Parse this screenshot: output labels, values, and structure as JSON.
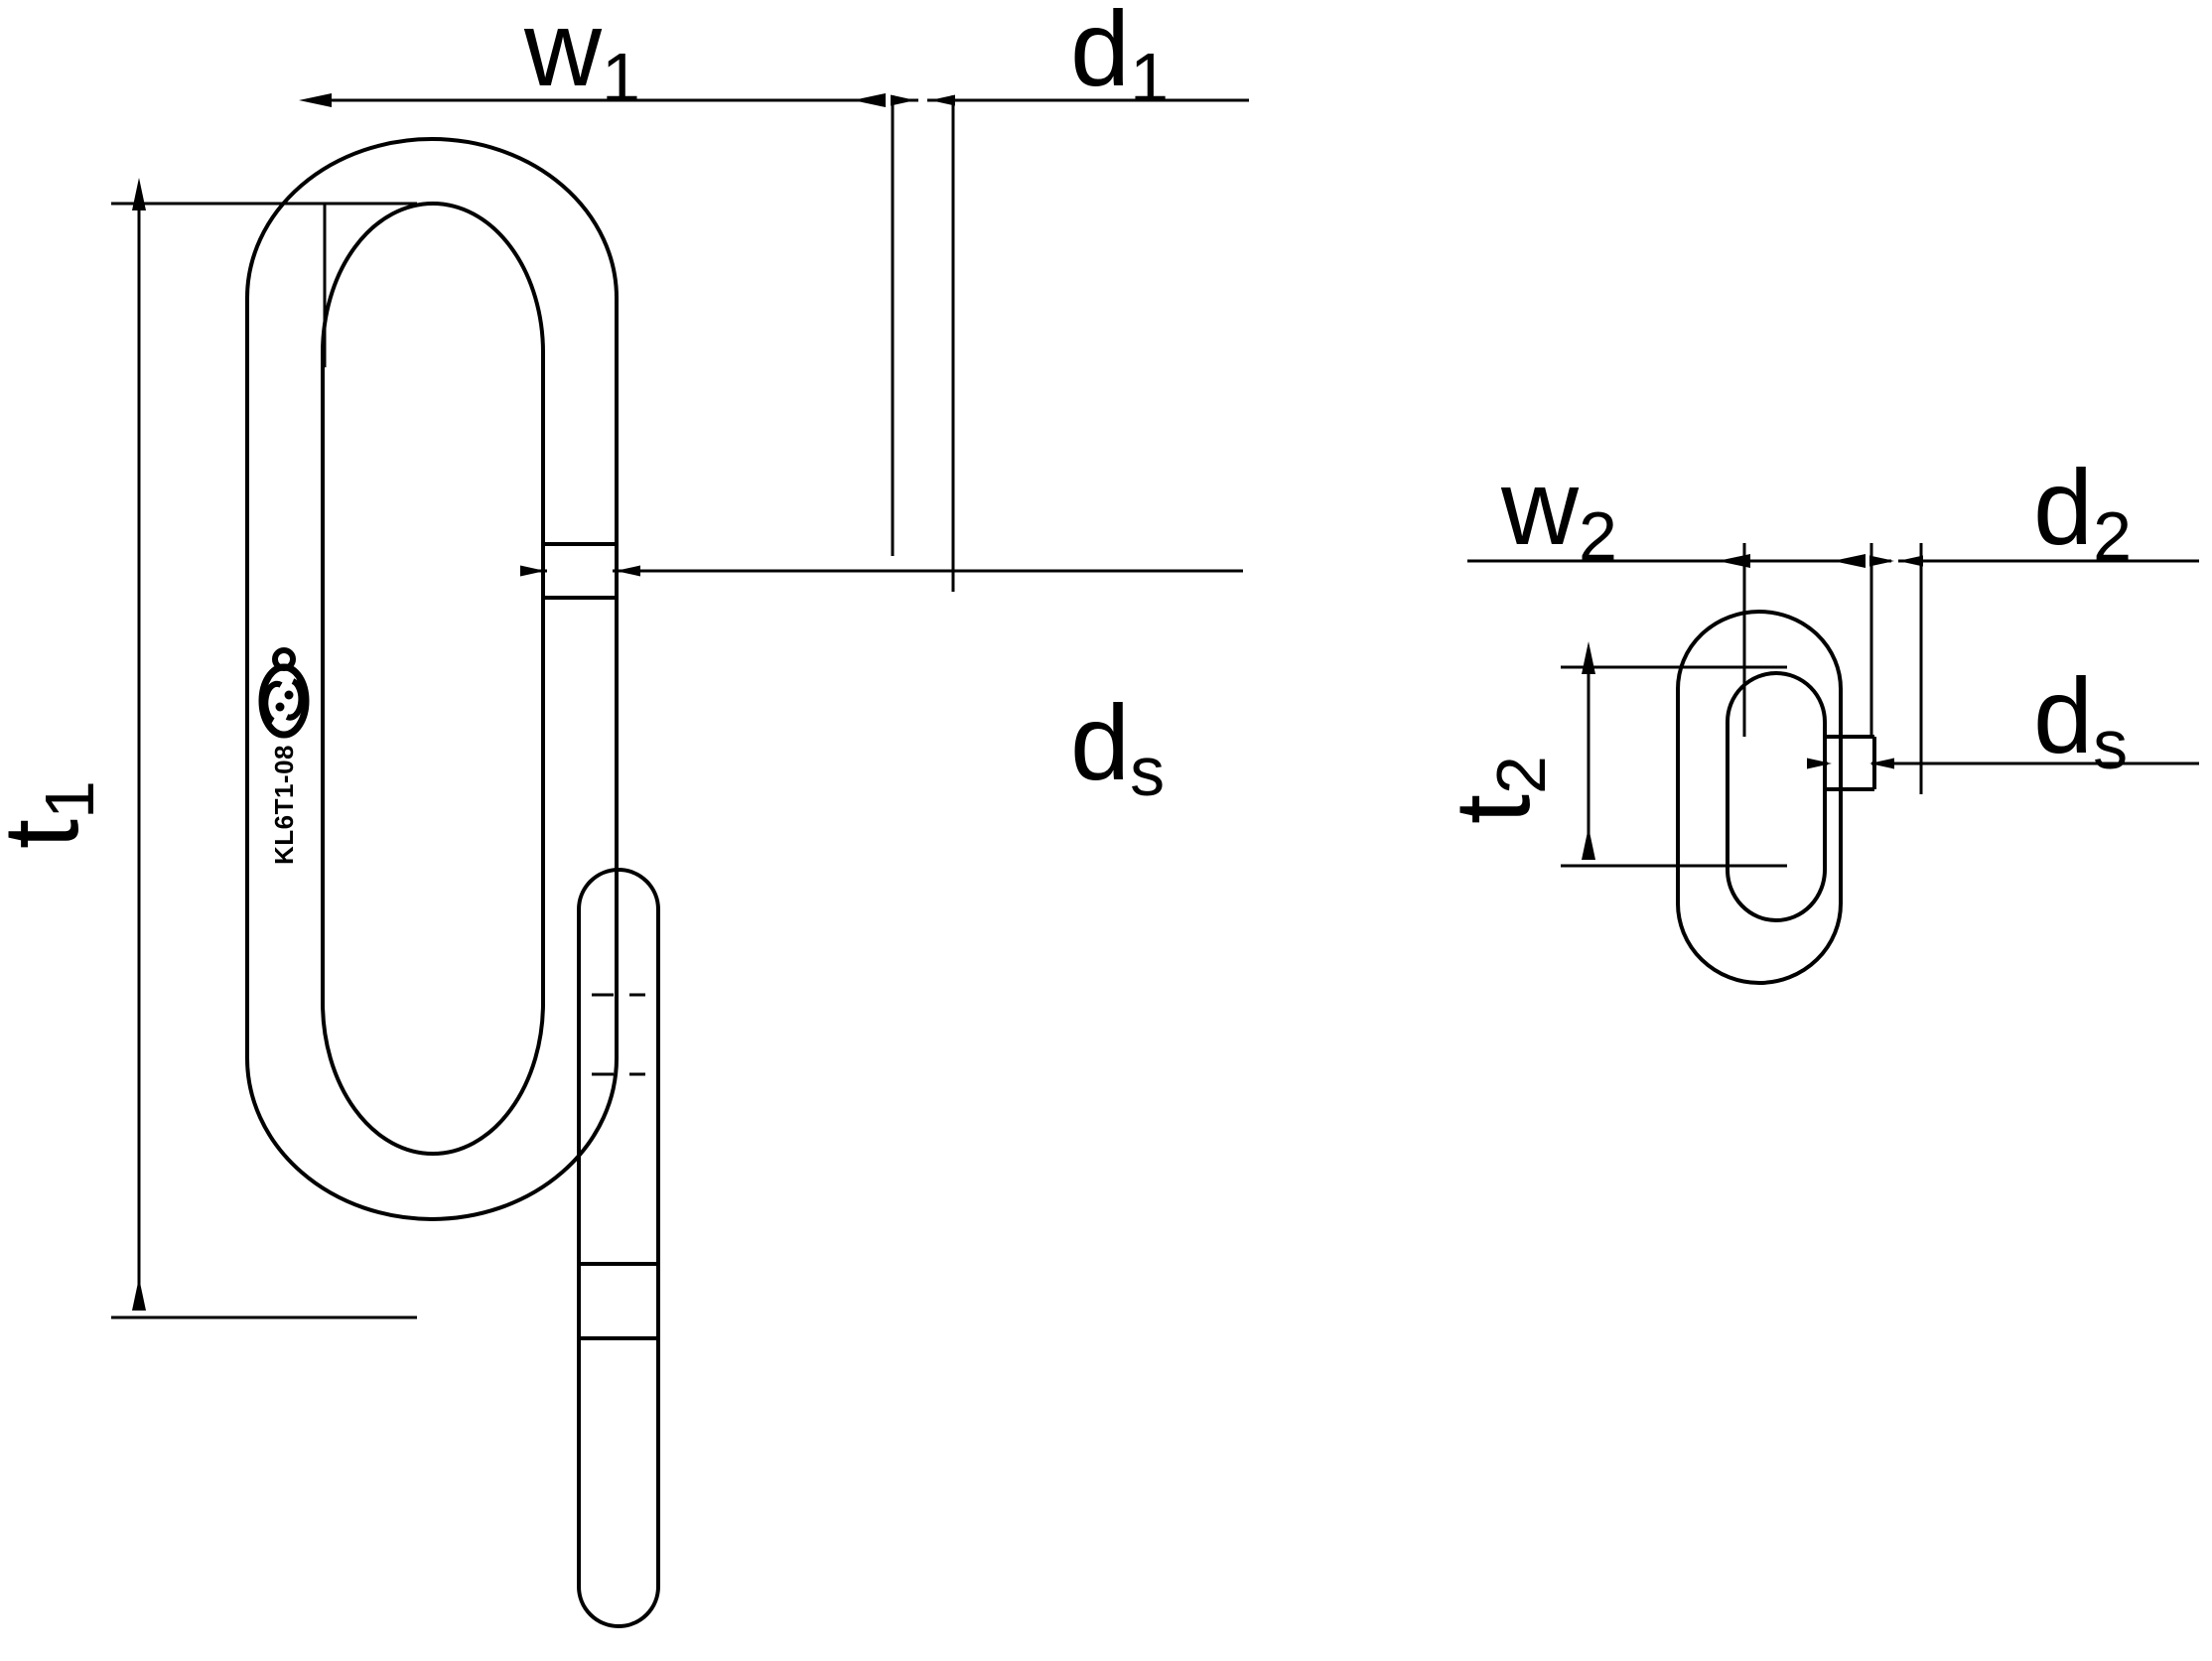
{
  "drawing": {
    "title": "Master Link Assembly - Dimensioned Technical Drawing",
    "line_color": "#000000",
    "background_color": "#ffffff",
    "stroke_width_outline": 4,
    "stroke_width_dimension": 3
  },
  "labels": {
    "w1": {
      "base": "w",
      "sub": "1",
      "full": "w1"
    },
    "d1": {
      "base": "d",
      "sub": "1",
      "full": "d1"
    },
    "ds_main": {
      "base": "d",
      "sub": "s",
      "full": "ds"
    },
    "t1": {
      "base": "t",
      "sub": "1",
      "full": "t1"
    },
    "w2": {
      "base": "w",
      "sub": "2",
      "full": "w2"
    },
    "d2": {
      "base": "d",
      "sub": "2",
      "full": "d2"
    },
    "ds_sub": {
      "base": "d",
      "sub": "s",
      "full": "ds"
    },
    "t2": {
      "base": "t",
      "sub": "2",
      "full": "t2"
    }
  },
  "stamp": {
    "text": "KL6T1-08",
    "orientation": "rotated-90-ccw",
    "logo": "circular-brand-logo"
  },
  "views": {
    "main_link": {
      "name": "master-link-main-view",
      "description": "Large oblong master link with welded sleeve and lower pin",
      "dimensions_shown": [
        "w1",
        "d1",
        "t1",
        "ds"
      ]
    },
    "sub_link": {
      "name": "master-link-sub-view",
      "description": "Smaller oblong sub-assembly link with welded sleeve",
      "dimensions_shown": [
        "w2",
        "d2",
        "t2",
        "ds"
      ]
    }
  },
  "chart_data": {
    "type": "table",
    "title": "Master Link Assembly - Dimension Symbols",
    "categories": [
      "w1",
      "d1",
      "t1",
      "ds",
      "w2",
      "d2",
      "t2",
      "ds"
    ],
    "values": [],
    "notes": "Engineering line drawing; dimension callouts are symbolic (no numeric values printed)."
  }
}
